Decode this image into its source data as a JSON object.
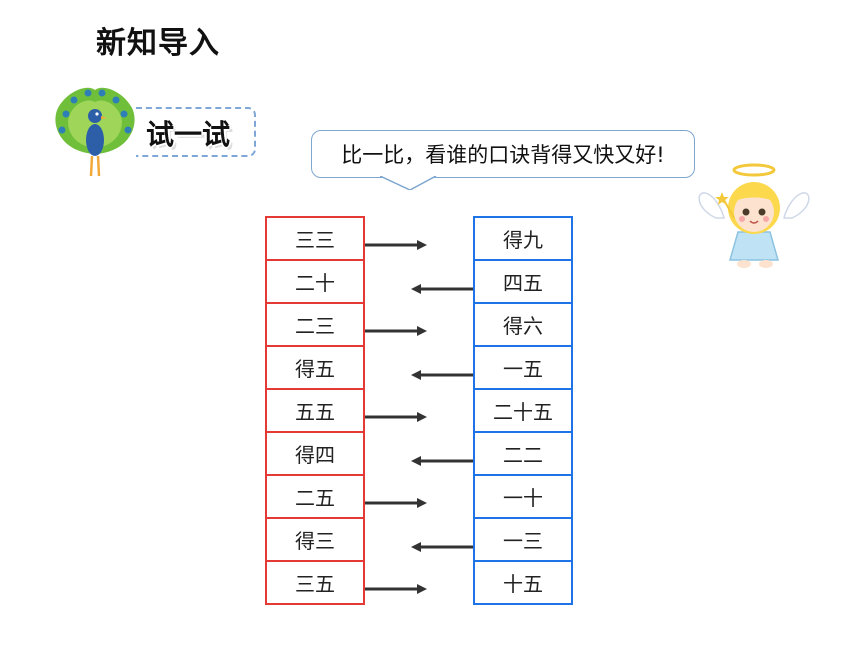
{
  "header": {
    "title": "新知导入"
  },
  "section_tag": {
    "label": "试一试"
  },
  "speech_bubble": {
    "text": "比一比，看谁的口诀背得又快又好!"
  },
  "colors": {
    "left_border": "#e53935",
    "right_border": "#1e73e8",
    "arrow": "#333333",
    "bubble_border": "#7fa6cf"
  },
  "left_column": [
    "三三",
    "二十",
    "二三",
    "得五",
    "五五",
    "得四",
    "二五",
    "得三",
    "三五"
  ],
  "right_column": [
    "得九",
    "四五",
    "得六",
    "一五",
    "二十五",
    "二二",
    "一十",
    "一三",
    "十五"
  ],
  "arrow_directions": [
    "right",
    "left",
    "right",
    "left",
    "right",
    "left",
    "right",
    "left",
    "right"
  ]
}
